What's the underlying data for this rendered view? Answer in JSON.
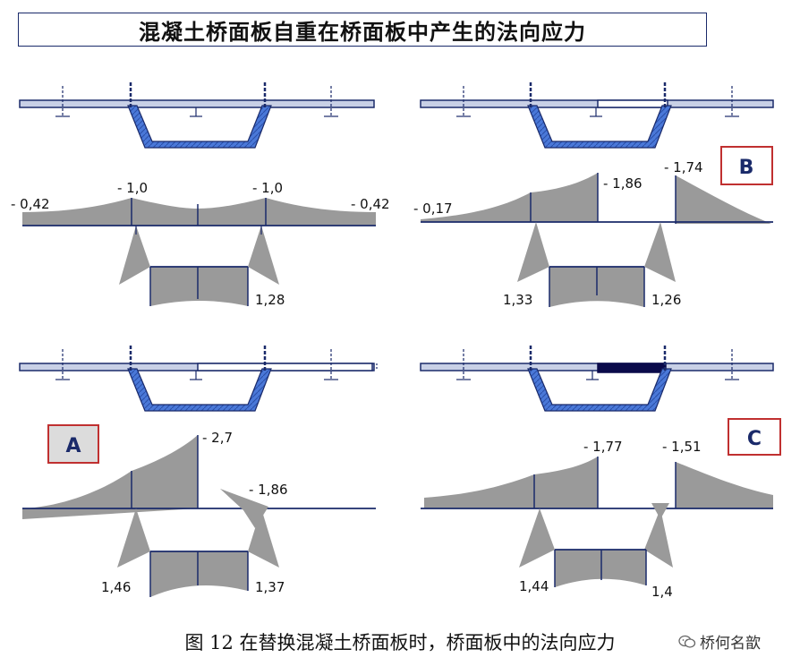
{
  "title": "混凝土桥面板自重在桥面板中产生的法向应力",
  "caption": "图 12  在替换混凝土桥面板时，桥面板中的法向应力",
  "watermark": "桥何名歆",
  "panels": {
    "tl": {
      "labels": [
        "- 0,42",
        "- 1,0",
        "- 1,0",
        "- 0,42",
        "1,28"
      ]
    },
    "tr": {
      "badge": "B",
      "labels": [
        "- 0,17",
        "- 1,86",
        "- 1,74",
        "1,33",
        "1,26"
      ]
    },
    "bl": {
      "badge": "A",
      "labels": [
        "- 2,7",
        "- 1,86",
        "1,46",
        "1,37"
      ]
    },
    "br": {
      "badge": "C",
      "labels": [
        "- 1,77",
        "- 1,51",
        "1,44",
        "1,4"
      ]
    }
  },
  "colors": {
    "fill": "#9a9a9a",
    "line": "#1a2a6a",
    "section": "#4a78d8",
    "badge_border": "#c03030"
  }
}
